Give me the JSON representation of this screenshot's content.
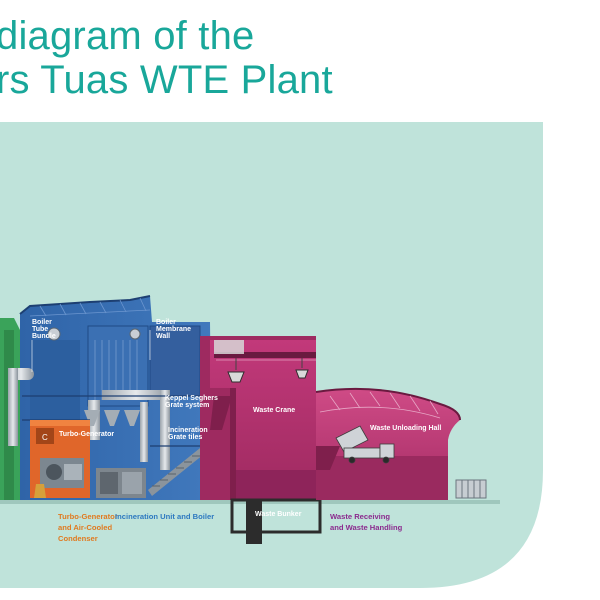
{
  "title": {
    "line1": "diagram of the",
    "line2": "rs Tuas WTE Plant"
  },
  "labels": {
    "boiler_tube_bundle": [
      "Boiler",
      "Tube",
      "Bundle"
    ],
    "boiler_membrane_wall": [
      "Boiler",
      "Membrane",
      "Wall"
    ],
    "keppel_grate": [
      "Keppel Seghers",
      "Grate system"
    ],
    "incineration_grate_tiles": [
      "Incineration",
      "Grate tiles"
    ],
    "turbo_generator": "Turbo-Generator",
    "waste_crane": "Waste Crane",
    "waste_unloading_hall": "Waste Unloading Hall",
    "waste_bunker": "Waste Bunker"
  },
  "sections": {
    "turbo": [
      "Turbo-Generator",
      "and Air-Cooled",
      "Condenser"
    ],
    "incineration": "Incineration Unit and Boiler",
    "receiving": [
      "Waste Receiving",
      "and Waste Handling"
    ]
  },
  "colors": {
    "title": "#19a79a",
    "background_panel": "#bfe3da",
    "boiler_blue": "#3a6fb4",
    "bunker_magenta": "#b42e6c",
    "turbo_orange": "#e0662a",
    "turbo_text": "#e07a20",
    "incineration_text": "#2d79c0",
    "receiving_text": "#8b2a8e"
  }
}
